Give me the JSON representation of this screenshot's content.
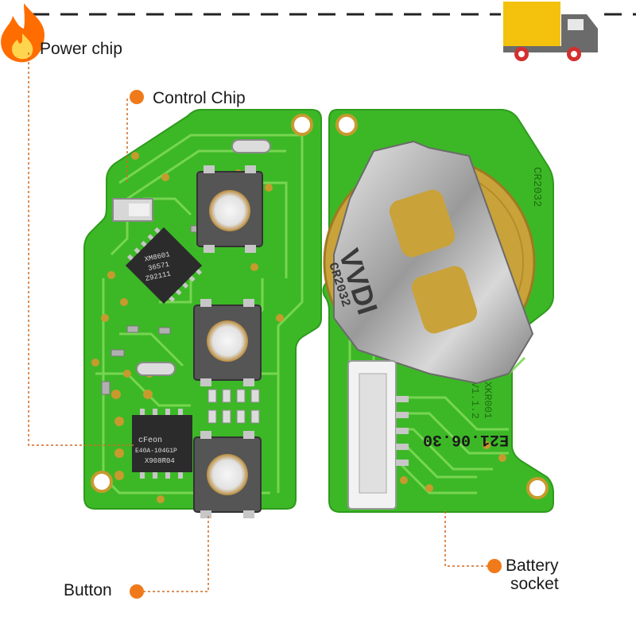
{
  "labels": {
    "power_chip": "Power chip",
    "control_chip": "Control Chip",
    "button": "Button",
    "battery_socket_line1": "Battery",
    "battery_socket_line2": "socket"
  },
  "chips": {
    "control_chip_line1": "XM8601",
    "control_chip_line2": "36571",
    "control_chip_line3": "Z92111",
    "power_chip_line1": "cFeon",
    "power_chip_line2": "E40A-104G1P",
    "power_chip_line3": "X908R04",
    "battery_holder_line1": "VVDI",
    "battery_holder_line2": "CR2032",
    "board_stamp": "CR2032",
    "date_stamp": "E21.06.30",
    "board_code_line1": "XKR001",
    "board_code_line2": "V1.1.2"
  },
  "colors": {
    "pcb_green": "#3cb826",
    "pcb_dark": "#2f9a1d",
    "trace": "#7ed957",
    "pad_gold": "#c79a2e",
    "marker_orange": "#f07a1a",
    "leader_line": "#d06a20",
    "chip_black": "#2b2b2b",
    "metal": "#bdbdbd",
    "truck_yellow": "#f4c20d",
    "truck_gray": "#6b6b6b",
    "wheel_red": "#d32f2f",
    "flame_orange": "#ff6d00"
  },
  "icons": {
    "top_left": "flame-icon",
    "top_right": "truck-icon"
  }
}
